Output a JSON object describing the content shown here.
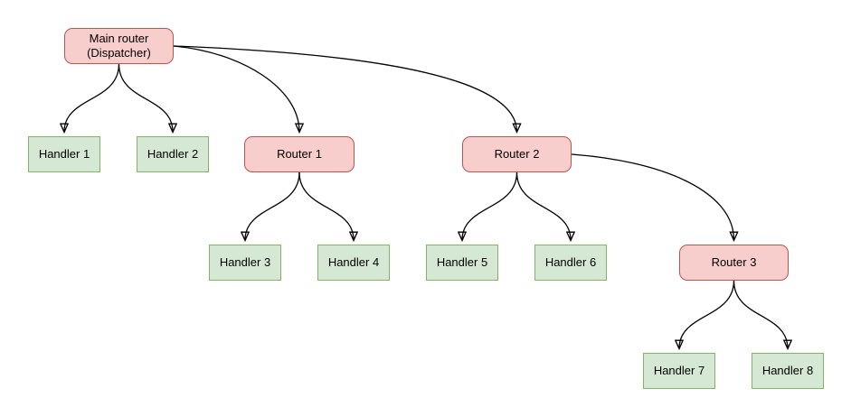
{
  "diagram": {
    "type": "tree-flowchart",
    "background_color": "#ffffff",
    "colors": {
      "router_fill": "#f8cecc",
      "router_border": "#b85450",
      "handler_fill": "#d5e8d4",
      "handler_border": "#82b366",
      "edge_stroke": "#000000",
      "text": "#000000"
    },
    "nodes": [
      {
        "id": "main-router",
        "type": "router",
        "label": "Main router\n(Dispatcher)"
      },
      {
        "id": "handler-1",
        "type": "handler",
        "label": "Handler 1"
      },
      {
        "id": "handler-2",
        "type": "handler",
        "label": "Handler 2"
      },
      {
        "id": "router-1",
        "type": "router",
        "label": "Router 1"
      },
      {
        "id": "router-2",
        "type": "router",
        "label": "Router 2"
      },
      {
        "id": "handler-3",
        "type": "handler",
        "label": "Handler 3"
      },
      {
        "id": "handler-4",
        "type": "handler",
        "label": "Handler 4"
      },
      {
        "id": "handler-5",
        "type": "handler",
        "label": "Handler 5"
      },
      {
        "id": "handler-6",
        "type": "handler",
        "label": "Handler 6"
      },
      {
        "id": "router-3",
        "type": "router",
        "label": "Router 3"
      },
      {
        "id": "handler-7",
        "type": "handler",
        "label": "Handler 7"
      },
      {
        "id": "handler-8",
        "type": "handler",
        "label": "Handler 8"
      }
    ],
    "edges": [
      {
        "from": "main-router",
        "to": "handler-1"
      },
      {
        "from": "main-router",
        "to": "handler-2"
      },
      {
        "from": "main-router",
        "to": "router-1"
      },
      {
        "from": "main-router",
        "to": "router-2"
      },
      {
        "from": "router-1",
        "to": "handler-3"
      },
      {
        "from": "router-1",
        "to": "handler-4"
      },
      {
        "from": "router-2",
        "to": "handler-5"
      },
      {
        "from": "router-2",
        "to": "handler-6"
      },
      {
        "from": "router-2",
        "to": "router-3"
      },
      {
        "from": "router-3",
        "to": "handler-7"
      },
      {
        "from": "router-3",
        "to": "handler-8"
      }
    ]
  }
}
